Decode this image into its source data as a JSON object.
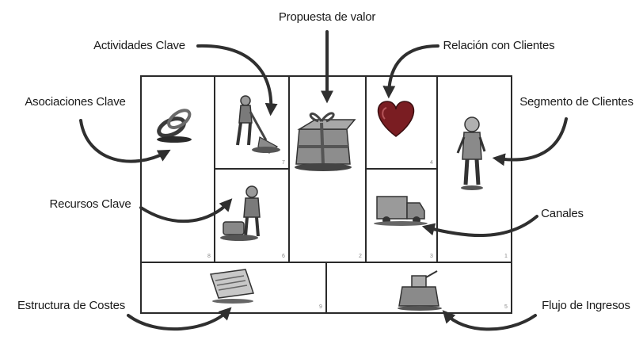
{
  "labels": {
    "propuesta_valor": "Propuesta de valor",
    "actividades_clave": "Actividades Clave",
    "relacion_clientes": "Relación con Clientes",
    "asociaciones_clave": "Asociaciones Clave",
    "segmento_clientes": "Segmento de Clientes",
    "recursos_clave": "Recursos Clave",
    "canales": "Canales",
    "estructura_costes": "Estructura de Costes",
    "flujo_ingresos": "Flujo de Ingresos"
  },
  "cell_numbers": {
    "asociaciones": "8",
    "actividades": "7",
    "recursos": "6",
    "propuesta": "2",
    "relacion": "4",
    "canales": "3",
    "segmento": "1",
    "costes": "9",
    "ingresos": "5"
  },
  "colors": {
    "border": "#2a2a2a",
    "arrow": "#2f2f2f",
    "heart": "#7a1d22",
    "text": "#1a1a1a"
  },
  "icons": {
    "asociaciones": "linked-rings-icon",
    "actividades": "worker-digging-icon",
    "recursos": "person-with-briefcase-icon",
    "propuesta": "gift-box-icon",
    "relacion": "heart-icon",
    "canales": "delivery-truck-icon",
    "segmento": "customer-person-icon",
    "costes": "invoice-papers-icon",
    "ingresos": "cash-register-icon"
  }
}
